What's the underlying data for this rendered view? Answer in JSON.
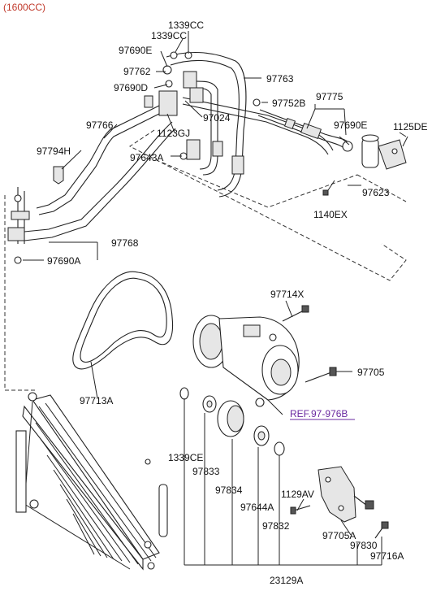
{
  "header": {
    "engine": "(1600CC)"
  },
  "labels": {
    "p1339cc_a": "1339CC",
    "p1339cc_b": "1339CC",
    "p97690e_top": "97690E",
    "p97762": "97762",
    "p97690d": "97690D",
    "p97763": "97763",
    "p97752b": "97752B",
    "p97775": "97775",
    "p97766": "97766",
    "p97024": "97024",
    "p97690e_right": "97690E",
    "p1125de": "1125DE",
    "p1123gj": "1123GJ",
    "p97794h": "97794H",
    "p97643a": "97643A",
    "p97623": "97623",
    "p1140ex": "1140EX",
    "p97768": "97768",
    "p97690a": "97690A",
    "p97714x": "97714X",
    "p97705": "97705",
    "p97713a": "97713A",
    "ref": "REF.97-976B",
    "p1339ce": "1339CE",
    "p97833": "97833",
    "p97834": "97834",
    "p97644a": "97644A",
    "p1129av": "1129AV",
    "p97832": "97832",
    "p97705a": "97705A",
    "p97830": "97830",
    "p97716a": "97716A",
    "p23129a": "23129A"
  },
  "colors": {
    "header": "#c0392b",
    "ref_link": "#6a2aa0",
    "lines": "#222222"
  }
}
